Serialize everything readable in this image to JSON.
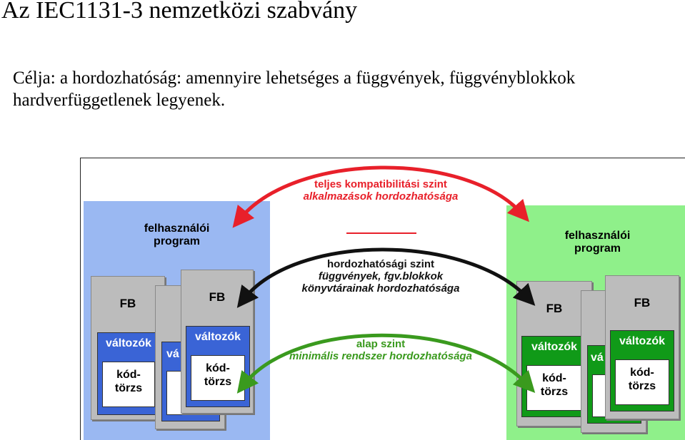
{
  "slide": {
    "title": "Az IEC1131-3 nemzetközi szabvány",
    "body": "Célja: a hordozhatóság: amennyire lehetséges a függvények, függvényblokkok hardverfüggetlenek legyenek."
  },
  "diagram": {
    "left_panel": {
      "label_line1": "felhasználói",
      "label_line2": "program",
      "fb_label": "FB",
      "vars_label": "változók",
      "vars_partial": "vá",
      "code_line1": "kód-",
      "code_line2": "törzs"
    },
    "right_panel": {
      "label_line1": "felhasználói",
      "label_line2": "program",
      "fb_label": "FB",
      "vars_label": "változók",
      "vars_partial": "vá",
      "code_line1": "kód-",
      "code_line2": "törzs"
    },
    "levels": [
      {
        "name": "teljes kompatibilitási szint",
        "desc_line1": "alkalmazások hordozhatósága",
        "desc_line2": "",
        "color": "#e8202a"
      },
      {
        "name": "hordozhatósági szint",
        "desc_line1": "függvények, fgv.blokkok",
        "desc_line2": "könyvtárainak hordozhatósága",
        "color": "#111111"
      },
      {
        "name": "alap szint",
        "desc_line1": "minimális rendszer hordozhatósága",
        "desc_line2": "",
        "color": "#3a9a1e"
      }
    ],
    "colors": {
      "left_panel_bg": "#9ab8f2",
      "left_vars_bg": "#3a64d6",
      "left_code_border": "#3a64d6",
      "right_panel_bg": "#8ff08a",
      "right_vars_bg": "#109a18",
      "card_bg": "#bcbcbc"
    }
  }
}
